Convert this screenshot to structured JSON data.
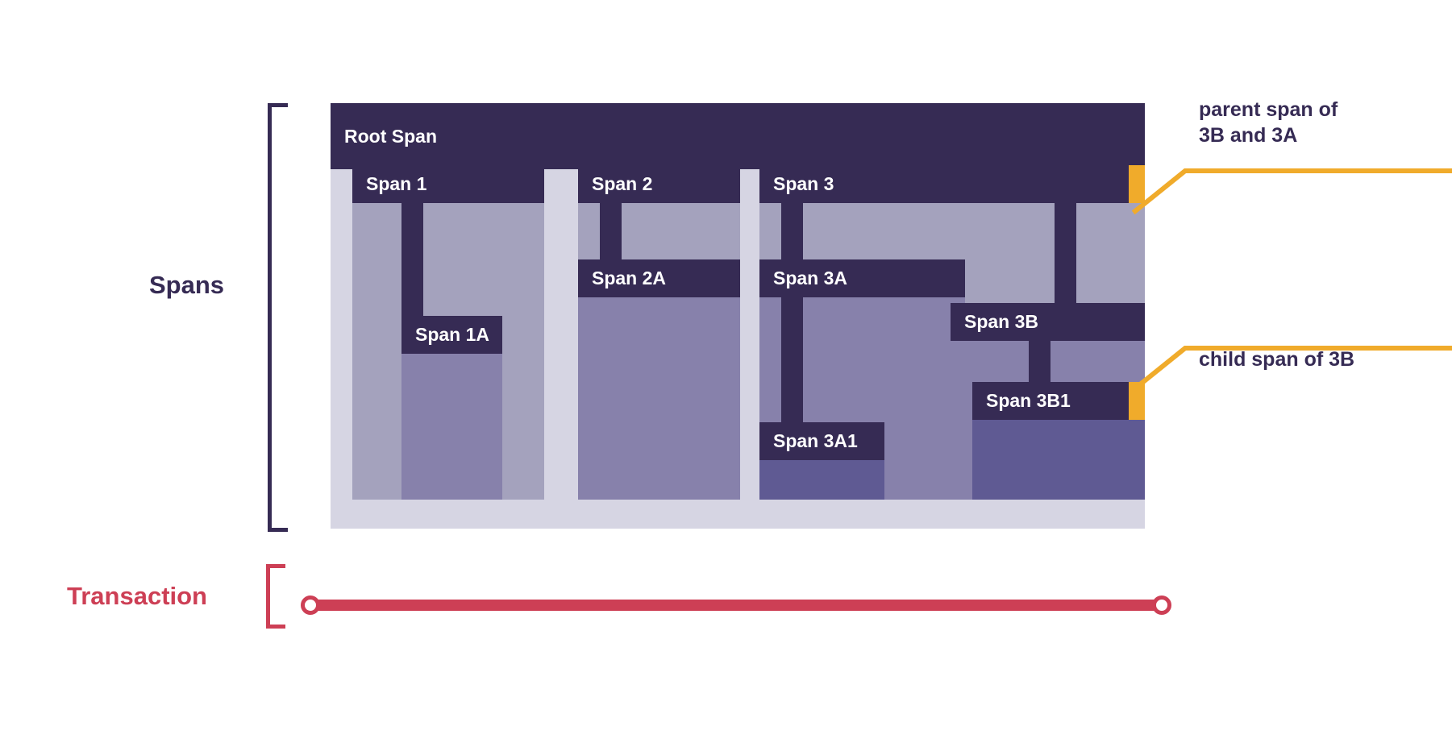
{
  "diagram": {
    "title_spans": "Spans",
    "title_transaction": "Transaction",
    "colors": {
      "span_dark": "#362b54",
      "span_body_l1": "#a4a2bd",
      "span_body_l2": "#8781ab",
      "span_body_l3": "#5f5a93",
      "container": "#d6d5e3",
      "accent_orange": "#f0ab2b",
      "transaction_red": "#cd3f55",
      "text_light": "#ffffff"
    }
  },
  "spans": {
    "root": {
      "label": "Root Span"
    },
    "span1": {
      "label": "Span 1"
    },
    "span1a": {
      "label": "Span 1A"
    },
    "span2": {
      "label": "Span 2"
    },
    "span2a": {
      "label": "Span 2A"
    },
    "span3": {
      "label": "Span 3"
    },
    "span3a": {
      "label": "Span 3A"
    },
    "span3a1": {
      "label": "Span 3A1"
    },
    "span3b": {
      "label": "Span 3B"
    },
    "span3b1": {
      "label": "Span 3B1"
    }
  },
  "annotations": {
    "parent": {
      "text": "parent span of\n3B and 3A"
    },
    "child": {
      "text": "child span of 3B"
    }
  },
  "hierarchy": [
    {
      "id": "root",
      "label": "Root Span",
      "parent": null
    },
    {
      "id": "span1",
      "label": "Span 1",
      "parent": "root"
    },
    {
      "id": "span1a",
      "label": "Span 1A",
      "parent": "span1"
    },
    {
      "id": "span2",
      "label": "Span 2",
      "parent": "root"
    },
    {
      "id": "span2a",
      "label": "Span 2A",
      "parent": "span2"
    },
    {
      "id": "span3",
      "label": "Span 3",
      "parent": "root"
    },
    {
      "id": "span3a",
      "label": "Span 3A",
      "parent": "span3"
    },
    {
      "id": "span3a1",
      "label": "Span 3A1",
      "parent": "span3a"
    },
    {
      "id": "span3b",
      "label": "Span 3B",
      "parent": "span3"
    },
    {
      "id": "span3b1",
      "label": "Span 3B1",
      "parent": "span3b"
    }
  ]
}
